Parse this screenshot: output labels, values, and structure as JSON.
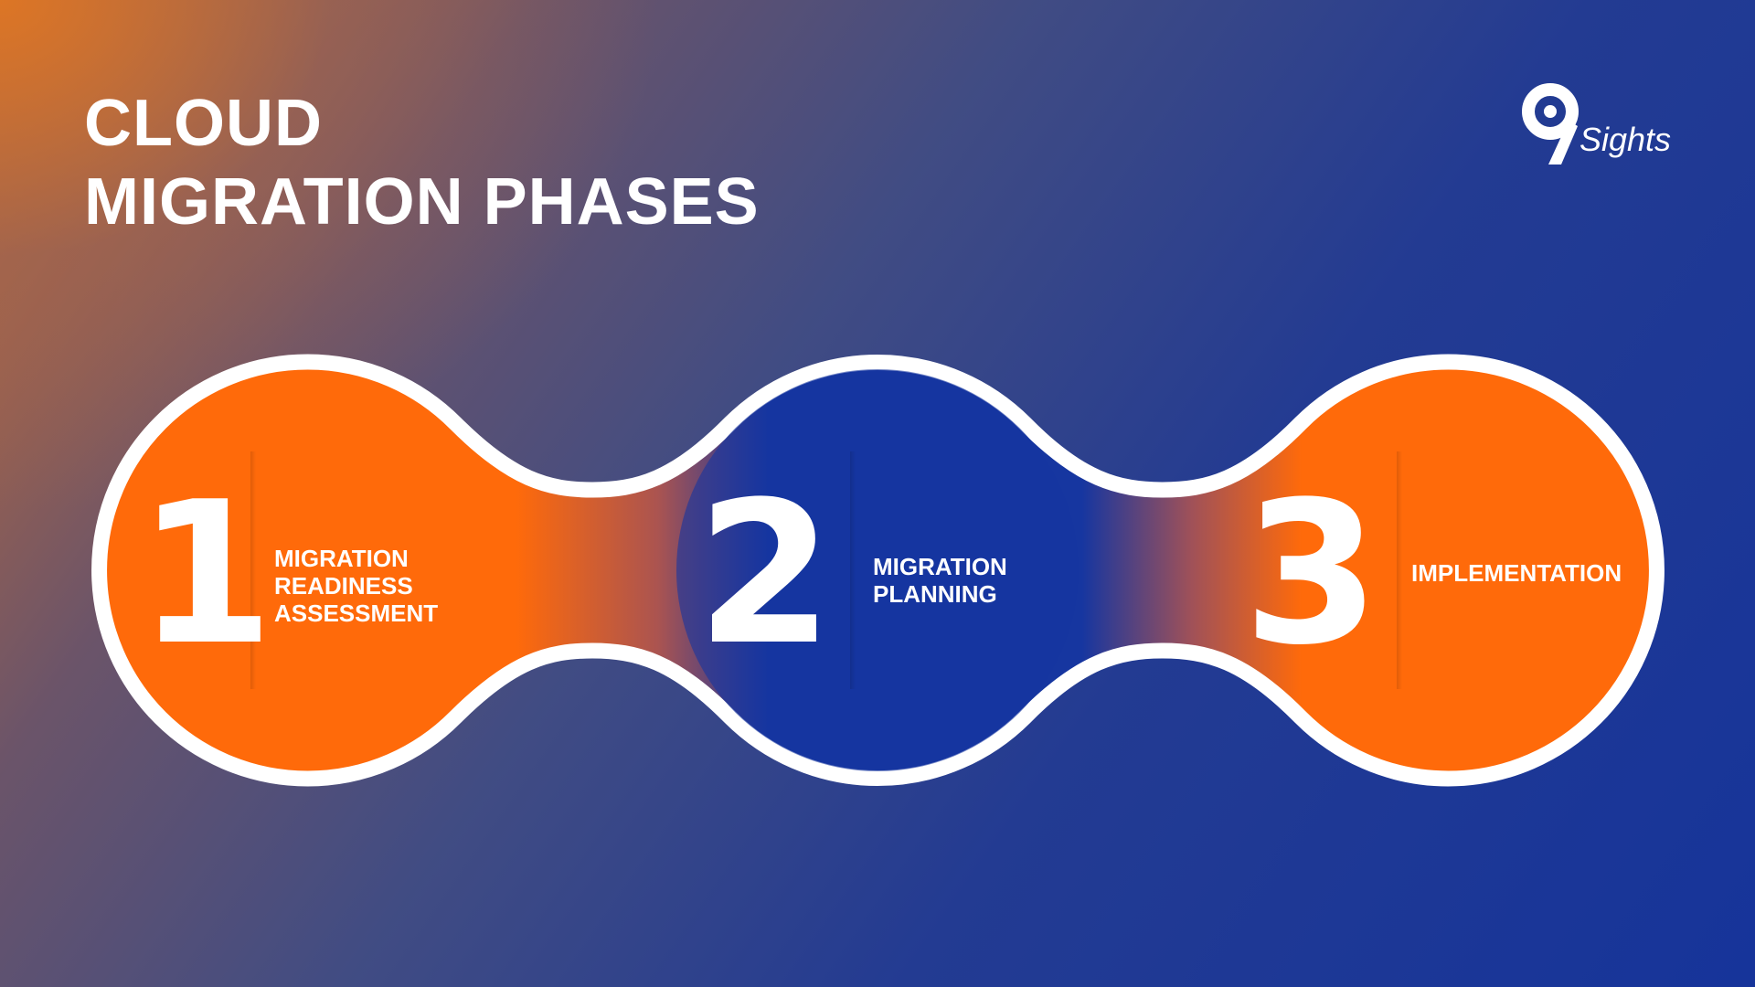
{
  "title": {
    "line1": "CLOUD",
    "line2": "MIGRATION PHASES"
  },
  "logo": {
    "mark": "9",
    "text": "Sights"
  },
  "phases": [
    {
      "number": "1",
      "label_lines": [
        "MIGRATION",
        "READINESS",
        "ASSESSMENT"
      ],
      "color": "#ff6a0a"
    },
    {
      "number": "2",
      "label_lines": [
        "MIGRATION",
        "PLANNING"
      ],
      "color": "#1636a0"
    },
    {
      "number": "3",
      "label_lines": [
        "IMPLEMENTATION"
      ],
      "color": "#ff6a0a"
    }
  ],
  "colors": {
    "orange": "#ff6a0a",
    "blue": "#1636a0",
    "outline": "#ffffff"
  }
}
